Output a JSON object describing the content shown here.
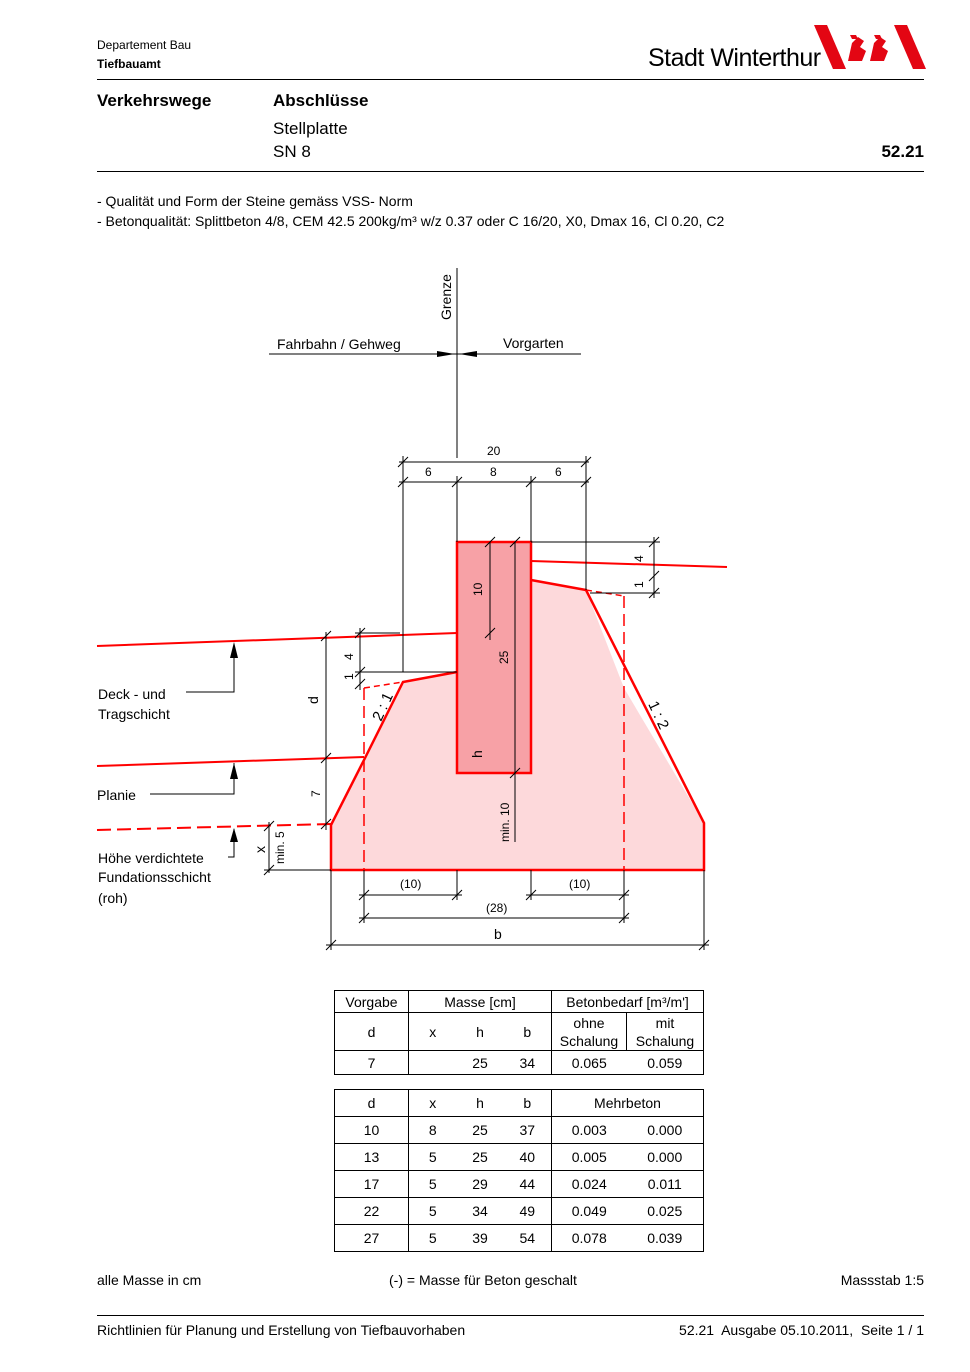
{
  "header": {
    "department": "Departement Bau",
    "office": "Tiefbauamt",
    "city": "Stadt Winterthur"
  },
  "title_block": {
    "category": "Verkehrswege",
    "title": "Abschlüsse",
    "subtitle1": "Stellplatte",
    "subtitle2": "SN 8",
    "number": "52.21"
  },
  "notes": [
    "- Qualität und Form der Steine gemäss VSS- Norm",
    "- Betonqualität: Splittbeton 4/8, CEM 42.5 200kg/m³ w/z 0.37 oder C 16/20, X0, Dmax 16, Cl 0.20, C2"
  ],
  "drawing": {
    "grenze": "Grenze",
    "fahrbahn": "Fahrbahn / Gehweg",
    "vorgarten": "Vorgarten",
    "dim_20": "20",
    "dim_6a": "6",
    "dim_8": "8",
    "dim_6b": "6",
    "dim_4a": "4",
    "dim_1a": "1",
    "dim_10": "10",
    "dim_25": "25",
    "dim_4b": "4",
    "dim_1b": "1",
    "d": "d",
    "slope_left": "2 : 1",
    "slope_right": "1 : 2",
    "h": "h",
    "min10": "min. 10",
    "seven": "7",
    "x": "x",
    "min5": "min. 5",
    "deck_line1": "Deck - und",
    "deck_line2": "Tragschicht",
    "planie": "Planie",
    "hoehe_line1": "Höhe verdichtete",
    "hoehe_line2": "Fundationsschicht",
    "hoehe_line3": "(roh)",
    "p10a": "(10)",
    "p10b": "(10)",
    "p28": "(28)",
    "b": "b"
  },
  "table1": {
    "headers": [
      "Vorgabe",
      "Masse [cm]",
      "Betonbedarf [m³/m']"
    ],
    "subheaders": [
      "d",
      "x",
      "h",
      "b"
    ],
    "ohne": [
      "ohne",
      "Schalung"
    ],
    "mit": [
      "mit",
      "Schalung"
    ],
    "row": [
      "7",
      "",
      "25",
      "34",
      "0.065",
      "0.059"
    ]
  },
  "table2": {
    "headers": [
      "d",
      "x",
      "h",
      "b",
      "Mehrbeton"
    ],
    "rows": [
      [
        "10",
        "8",
        "25",
        "37",
        "0.003",
        "0.000"
      ],
      [
        "13",
        "5",
        "25",
        "40",
        "0.005",
        "0.000"
      ],
      [
        "17",
        "5",
        "29",
        "44",
        "0.024",
        "0.011"
      ],
      [
        "22",
        "5",
        "34",
        "49",
        "0.049",
        "0.025"
      ],
      [
        "27",
        "5",
        "39",
        "54",
        "0.078",
        "0.039"
      ]
    ]
  },
  "footer": {
    "left": "alle Masse in cm",
    "middle": "(-) = Masse für Beton geschalt",
    "right": "Massstab 1:5",
    "bottom_left": "Richtlinien für Planung und Erstellung von Tiefbauvorhaben",
    "bottom_right": "52.21  Ausgabe 05.10.2011,  Seite 1 / 1"
  },
  "colors": {
    "red": "#ff0000",
    "fill_light": "#fdd9db",
    "fill_dark": "#f7a1a6"
  }
}
